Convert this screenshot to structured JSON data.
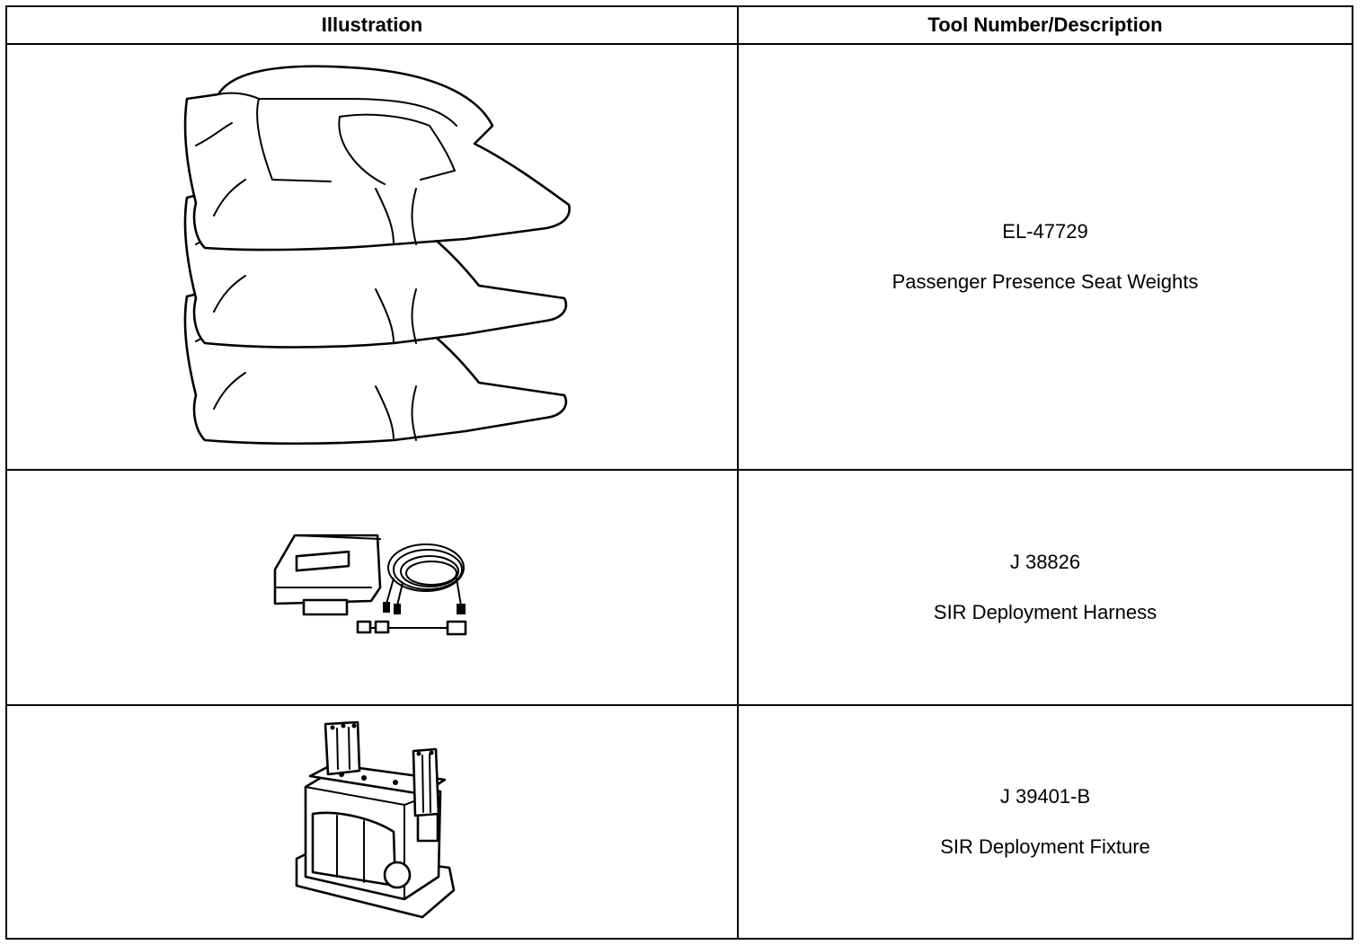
{
  "table": {
    "header": {
      "col1": "Illustration",
      "col2": "Tool Number/Description"
    },
    "rows": [
      {
        "tool_number": "EL-47729",
        "description": "Passenger Presence Seat Weights",
        "illustration": "seat-weights"
      },
      {
        "tool_number": "J 38826",
        "description": "SIR Deployment Harness",
        "illustration": "deployment-harness"
      },
      {
        "tool_number": "J 39401-B",
        "description": "SIR Deployment Fixture",
        "illustration": "deployment-fixture"
      }
    ]
  }
}
